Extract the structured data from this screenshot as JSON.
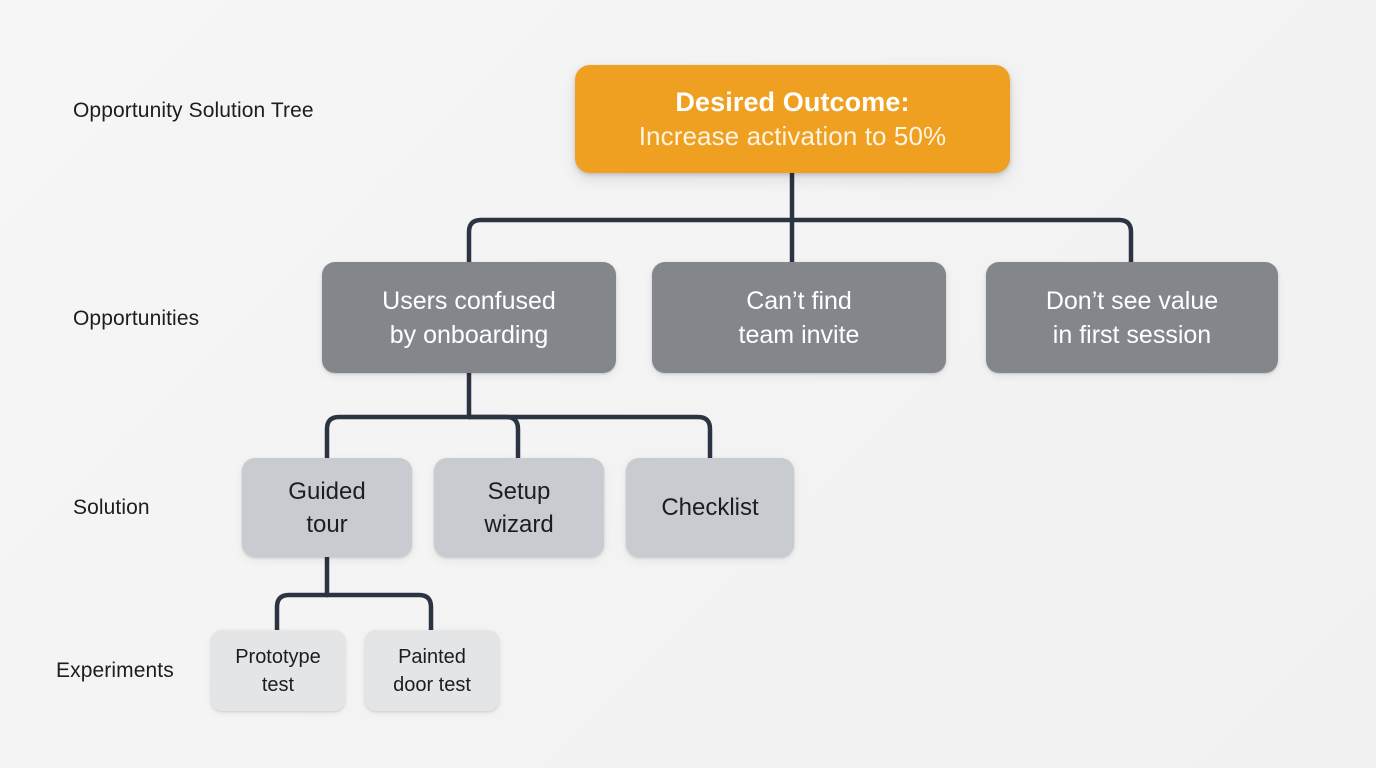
{
  "diagram": {
    "title": "Opportunity Solution Tree",
    "background_color": "#f4f4f4",
    "connector_color": "#2b3440",
    "row_labels": [
      {
        "id": "title",
        "text": "Opportunity Solution Tree"
      },
      {
        "id": "opportunities",
        "text": "Opportunities"
      },
      {
        "id": "solution",
        "text": "Solution"
      },
      {
        "id": "experiments",
        "text": "Experiments"
      }
    ],
    "outcome": {
      "line_1": "Desired Outcome:",
      "line_2": "Increase activation to 50%",
      "color": "#efa020",
      "metric_value": "50%"
    },
    "opportunities": [
      {
        "line_1": "Users confused",
        "line_2": "by onboarding",
        "color": "#83878c"
      },
      {
        "line_1": "Can’t find",
        "line_2": "team invite",
        "color": "#83878c"
      },
      {
        "line_1": "Don’t see value",
        "line_2": "in first session",
        "color": "#83878c"
      }
    ],
    "solutions": [
      {
        "line_1": "Guided",
        "line_2": "tour",
        "color": "#c8ccd0"
      },
      {
        "line_1": "Setup",
        "line_2": "wizard",
        "color": "#c8ccd0"
      },
      {
        "line_1": "Checklist",
        "line_2": "",
        "color": "#c8ccd0"
      }
    ],
    "experiments": [
      {
        "line_1": "Prototype",
        "line_2": "test",
        "color": "#e3e5e7"
      },
      {
        "line_1": "Painted",
        "line_2": "door test",
        "color": "#e3e5e7"
      }
    ]
  }
}
